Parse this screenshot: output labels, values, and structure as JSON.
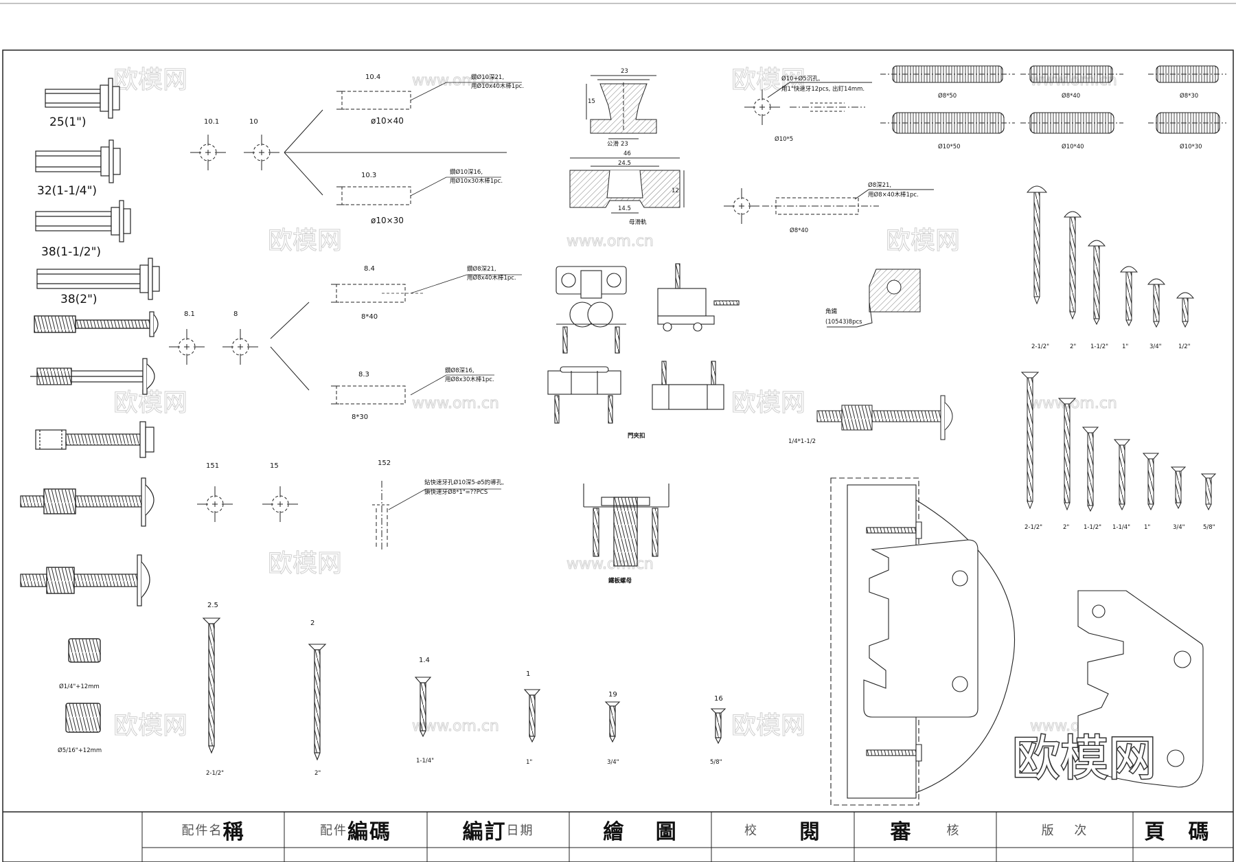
{
  "bolt_labels": [
    "25(1\")",
    "32(1-1/4\")",
    "38(1-1/2\")",
    "38(2\")"
  ],
  "insert_labels": [
    "Ø1/4\"+12mm",
    "Ø5/16\"+12mm"
  ],
  "group_labels": {
    "g10_1": "10.1",
    "g10": "10",
    "g8_1": "8.1",
    "g8": "8",
    "g15_1": "151",
    "g15": "15",
    "g15_2": "152"
  },
  "dowel_holes": [
    {
      "top": "10.4",
      "bottom": "ø10×40",
      "note1": "鑽Ø10深21,",
      "note2": "用Ø10x40木棒1pc."
    },
    {
      "top": "10.3",
      "bottom": "ø10×30",
      "note1": "鑽Ø10深16,",
      "note2": "用Ø10x30木棒1pc."
    },
    {
      "top": "8.4",
      "bottom": "8*40",
      "note1": "鑽Ø8深21,",
      "note2": "用Ø8x40木棒1pc."
    },
    {
      "top": "8.3",
      "bottom": "8*30",
      "note1": "鑽Ø8深16,",
      "note2": "用Ø8x30木棒1pc."
    }
  ],
  "hole152_note1": "鉆快速牙孔Ø10深5-ø5的導孔,",
  "hole152_note2": "鎖快速牙Ø8*1\"=??PCS",
  "rail_labels": {
    "top_part": "公滑",
    "bottom_part": "母滑軌"
  },
  "rail_dims": {
    "d23": "23",
    "d15": "15",
    "d46": "46",
    "d245": "24.5",
    "d145": "14.5",
    "d12": "12"
  },
  "door_catch_label": "門夾扣",
  "plate_nut_label": "鐵板螺母",
  "hole_notes": {
    "c10x5_note1": "Ø10+Ø5沉孔,",
    "c10x5_note2": "用1\"快速牙12pcs, 出釘14mm.",
    "c10x5_label": "Ø10*5",
    "c8x40_note1": "Ø8深21,",
    "c8x40_note2": "用Ø8×40木棒1pc.",
    "c8x40_label": "Ø8*40"
  },
  "bracket_label1": "角鐵",
  "bracket_label2": "(10543)8pcs",
  "screw_bolt_label": "1/4*1-1/2",
  "dowel_pin_labels": [
    "Ø8*50",
    "Ø8*40",
    "Ø8*30",
    "Ø10*50",
    "Ø10*40",
    "Ø10*30"
  ],
  "round_screws": [
    "2-1/2\"",
    "2\"",
    "1-1/2\"",
    "1\"",
    "3/4\"",
    "1/2\""
  ],
  "flat_screws": [
    "2-1/2\"",
    "2\"",
    "1-1/2\"",
    "1-1/4\"",
    "1\"",
    "3/4\"",
    "5/8\""
  ],
  "bottom_screws": [
    {
      "num": "2.5",
      "size": "2-1/2\""
    },
    {
      "num": "2",
      "size": "2\""
    },
    {
      "num": "1.4",
      "size": "1-1/4\""
    },
    {
      "num": "1",
      "size": "1\""
    },
    {
      "num": "19",
      "size": "3/4\""
    },
    {
      "num": "16",
      "size": "5/8\""
    }
  ],
  "watermark_small": "欧模网",
  "watermark_url": "www.om.cn",
  "watermark_big": "欧模网",
  "title_block": [
    {
      "lite": "配件名",
      "bold": "稱"
    },
    {
      "lite": "配件",
      "bold": "編碼"
    },
    {
      "bold": "編訂",
      "lite": "日期"
    },
    {
      "bold": "繪　 圖",
      "lite": ""
    },
    {
      "lite": "校",
      "bold": "閱"
    },
    {
      "bold": "審",
      "lite": "核"
    },
    {
      "lite": "版　 次",
      "bold": ""
    },
    {
      "bold": "頁　碼",
      "lite": ""
    }
  ],
  "colors": {
    "line": "#222222",
    "watermark": "#d0d0d0",
    "big_watermark": "#333333"
  }
}
